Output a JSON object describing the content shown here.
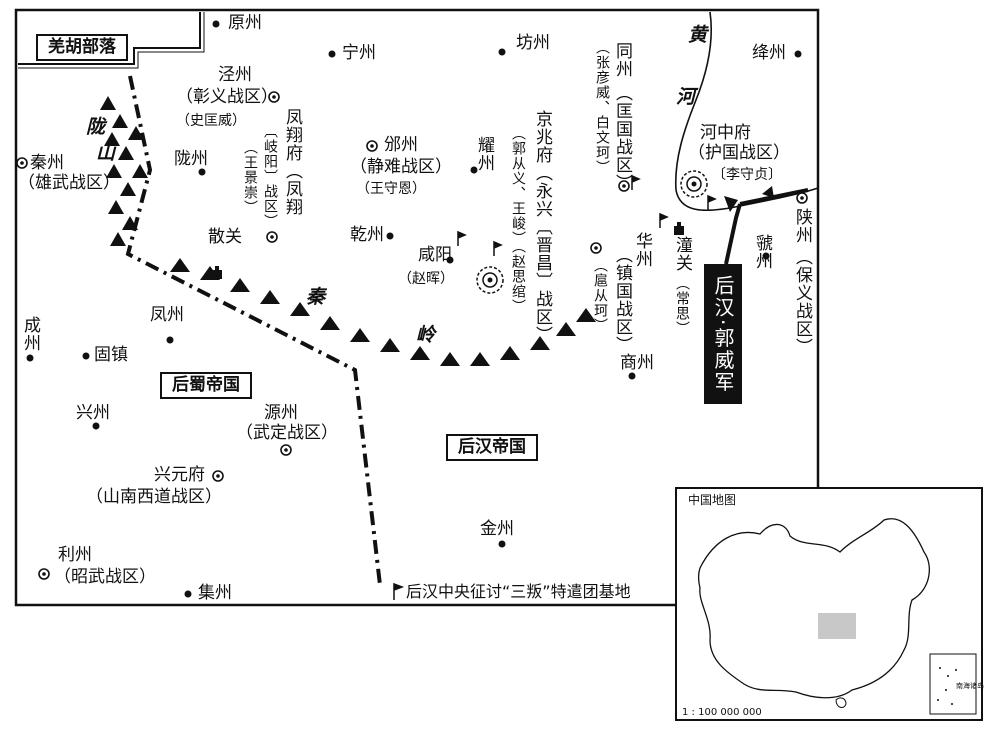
{
  "map": {
    "regions": {
      "qiang_hu": "羌胡部落",
      "later_shu": "后蜀帝国",
      "later_han": "后汉帝国"
    },
    "terrain": {
      "longshan_1": "陇",
      "longshan_2": "山",
      "qinling_1": "秦",
      "qinling_2": "岭",
      "huanghe_1": "黄",
      "huanghe_2": "河"
    },
    "places": {
      "yuanzhou": "原州",
      "ningzhou": "宁州",
      "fangzhou": "坊州",
      "tongzhou": "同州",
      "tongzhou_zone": "（匡国战区）",
      "tongzhou_cmd": "（张彦威、白文珂）",
      "jiangzhou": "绛州",
      "jingzhou": "泾州",
      "jingzhou_zone": "（彰义战区）",
      "jingzhou_cmd": "（史匡威）",
      "fengxiang_a": "凤翔府（凤翔",
      "fengxiang_b": "〔岐阳〕战区）",
      "fengxiang_cmd": "（王景崇）",
      "binzhou": "邠州",
      "binzhou_zone": "（静难战区）",
      "binzhou_cmd": "（王守恩）",
      "yaozhou": "耀州",
      "jingzhaofu_a": "京兆府（永兴〔晋昌〕战区）",
      "jingzhaofu_cmd": "（郭从义、王峻）（赵思绾）",
      "hezhongfu": "河中府",
      "hezhongfu_zone": "（护国战区）",
      "hezhongfu_cmd": "〔李守贞〕",
      "qinzhou": "秦州",
      "qinzhou_zone": "（雄武战区）",
      "longzhou": "陇州",
      "sanguan": "散关",
      "qianzhou": "乾州",
      "xianyang": "咸阳",
      "xianyang_cmd": "（赵晖）",
      "huazhou": "华州",
      "huazhou_zone": "（镇国战区）",
      "huazhou_cmd": "（扈从珂）",
      "tongguan": "潼关",
      "tongguan_cmd": "（常思）",
      "guozhou": "虢州",
      "shanzhou": "陕州",
      "shanzhou_zone": "（保义战区）",
      "chengzhou": "成州",
      "fengzhou": "凤州",
      "guzhen": "固镇",
      "xingzhou": "兴州",
      "yuanzhou2": "源州",
      "yuanzhou2_zone": "（武定战区）",
      "xingyuanfu": "兴元府",
      "xingyuanfu_zone": "（山南西道战区）",
      "lizhou": "利州",
      "lizhou_zone": "（昭武战区）",
      "jizhou": "集州",
      "jinzhou": "金州",
      "shangzhou": "商州"
    },
    "army_banner": "后汉·郭威军",
    "legend_flag": "后汉中央征讨“三叛”特遣团基地"
  },
  "inset": {
    "title": "中国地图",
    "scale": "1 : 100 000 000",
    "sea_label": "南海诸岛"
  },
  "colors": {
    "ink": "#111111",
    "paper": "#ffffff",
    "highlight": "#c8c8c8"
  }
}
